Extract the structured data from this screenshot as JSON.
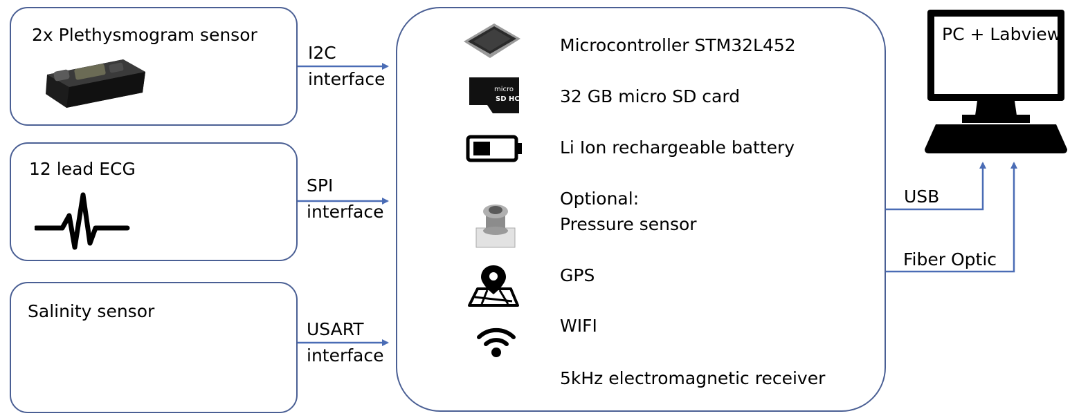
{
  "sensors": [
    {
      "title": "2x Plethysmogram sensor",
      "interface_line1": "I2C",
      "interface_line2": "interface"
    },
    {
      "title": "12 lead ECG",
      "interface_line1": "SPI",
      "interface_line2": "interface"
    },
    {
      "title": "Salinity sensor",
      "interface_line1": "USART",
      "interface_line2": "interface"
    }
  ],
  "hub": {
    "items": [
      {
        "label": "Microcontroller STM32L452",
        "icon": "chip-icon"
      },
      {
        "label": "32 GB micro SD card",
        "icon": "sd-card-icon"
      },
      {
        "label": "Li Ion rechargeable battery",
        "icon": "battery-icon"
      },
      {
        "label_line1": "Optional:",
        "label_line2": "Pressure sensor",
        "icon": "pressure-sensor-icon"
      },
      {
        "label": "GPS",
        "icon": "map-pin-icon"
      },
      {
        "label": "WIFI",
        "icon": "wifi-icon"
      },
      {
        "label": "5kHz electromagnetic receiver"
      }
    ]
  },
  "pc": {
    "label": "PC + Labview",
    "links": [
      {
        "label": "USB"
      },
      {
        "label": "Fiber Optic"
      }
    ]
  },
  "colors": {
    "connector": "#4a6cb5",
    "border": "#4a5f94"
  }
}
